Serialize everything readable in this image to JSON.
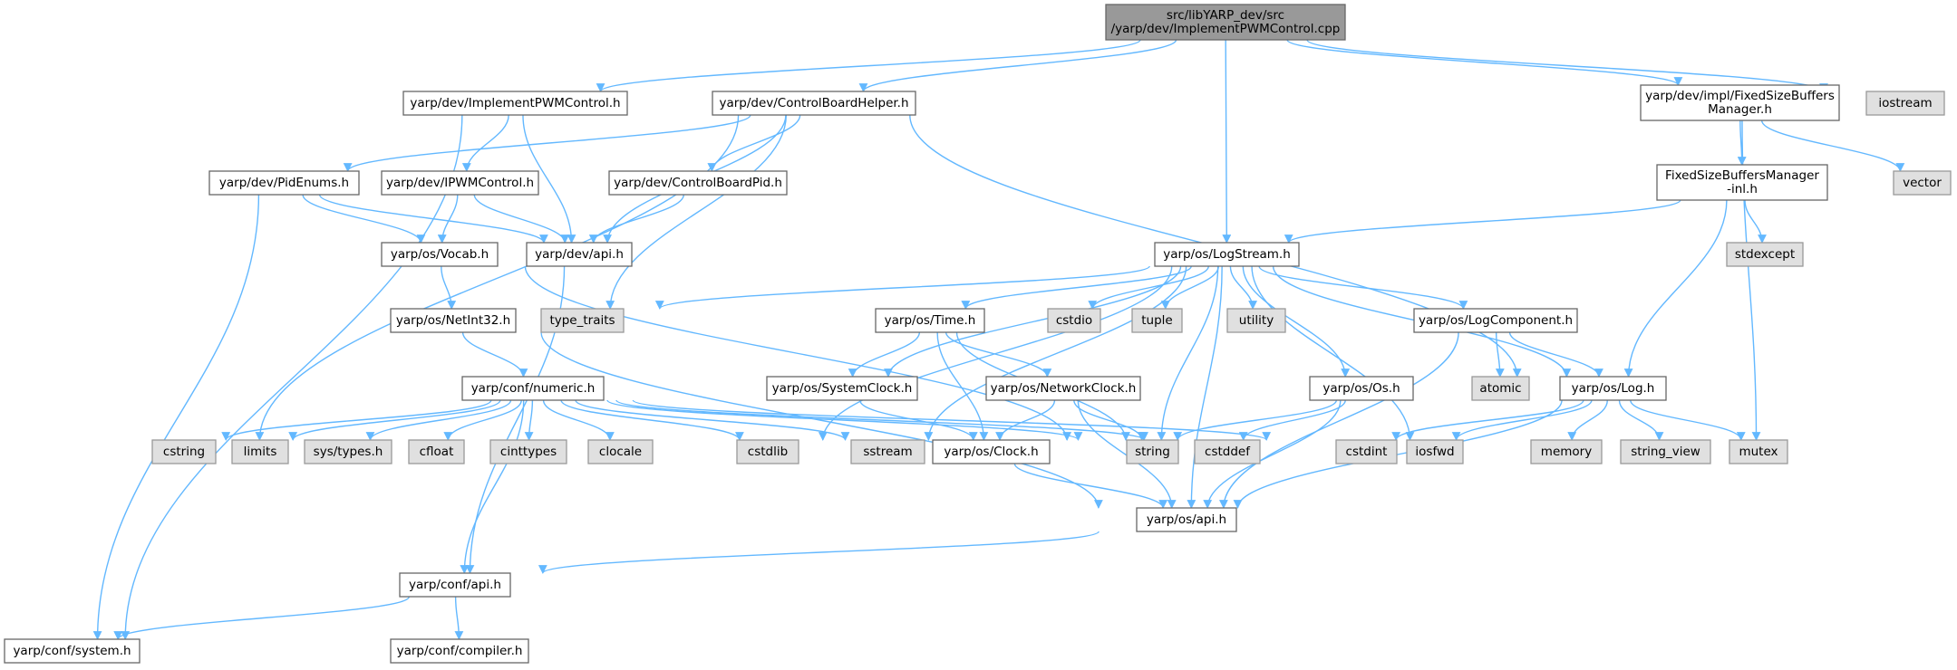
{
  "colors": {
    "edge": "#63b8ff",
    "root_fill": "#999999",
    "root_stroke": "#666666",
    "header_fill": "#ffffff",
    "header_stroke": "#666666",
    "system_fill": "#e0e0e0",
    "system_stroke": "#999999",
    "text": "#000000"
  },
  "nodes": [
    {
      "id": "root",
      "lines": [
        "src/libYARP_dev/src",
        "/yarp/dev/ImplementPWMControl.cpp"
      ],
      "kind": "root"
    },
    {
      "id": "implpwm_h",
      "lines": [
        "yarp/dev/ImplementPWMControl.h"
      ],
      "kind": "header"
    },
    {
      "id": "cbhelper",
      "lines": [
        "yarp/dev/ControlBoardHelper.h"
      ],
      "kind": "header"
    },
    {
      "id": "fsbm",
      "lines": [
        "yarp/dev/impl/FixedSizeBuffers",
        "Manager.h"
      ],
      "kind": "header"
    },
    {
      "id": "iostream",
      "lines": [
        "iostream"
      ],
      "kind": "system"
    },
    {
      "id": "pidenums",
      "lines": [
        "yarp/dev/PidEnums.h"
      ],
      "kind": "header"
    },
    {
      "id": "ipwm",
      "lines": [
        "yarp/dev/IPWMControl.h"
      ],
      "kind": "header"
    },
    {
      "id": "cbpid",
      "lines": [
        "yarp/dev/ControlBoardPid.h"
      ],
      "kind": "header"
    },
    {
      "id": "fsbm_inl",
      "lines": [
        "FixedSizeBuffersManager",
        "-inl.h"
      ],
      "kind": "header"
    },
    {
      "id": "vector",
      "lines": [
        "vector"
      ],
      "kind": "system"
    },
    {
      "id": "vocab",
      "lines": [
        "yarp/os/Vocab.h"
      ],
      "kind": "header"
    },
    {
      "id": "devapi",
      "lines": [
        "yarp/dev/api.h"
      ],
      "kind": "header"
    },
    {
      "id": "logstream",
      "lines": [
        "yarp/os/LogStream.h"
      ],
      "kind": "header"
    },
    {
      "id": "stdexcept",
      "lines": [
        "stdexcept"
      ],
      "kind": "system"
    },
    {
      "id": "netint32",
      "lines": [
        "yarp/os/NetInt32.h"
      ],
      "kind": "header"
    },
    {
      "id": "type_traits",
      "lines": [
        "type_traits"
      ],
      "kind": "system"
    },
    {
      "id": "time",
      "lines": [
        "yarp/os/Time.h"
      ],
      "kind": "header"
    },
    {
      "id": "cstdio",
      "lines": [
        "cstdio"
      ],
      "kind": "system"
    },
    {
      "id": "tuple",
      "lines": [
        "tuple"
      ],
      "kind": "system"
    },
    {
      "id": "utility",
      "lines": [
        "utility"
      ],
      "kind": "system"
    },
    {
      "id": "logcomp",
      "lines": [
        "yarp/os/LogComponent.h"
      ],
      "kind": "header"
    },
    {
      "id": "numeric",
      "lines": [
        "yarp/conf/numeric.h"
      ],
      "kind": "header"
    },
    {
      "id": "sysclock",
      "lines": [
        "yarp/os/SystemClock.h"
      ],
      "kind": "header"
    },
    {
      "id": "netclock",
      "lines": [
        "yarp/os/NetworkClock.h"
      ],
      "kind": "header"
    },
    {
      "id": "os_h",
      "lines": [
        "yarp/os/Os.h"
      ],
      "kind": "header"
    },
    {
      "id": "atomic",
      "lines": [
        "atomic"
      ],
      "kind": "system"
    },
    {
      "id": "log",
      "lines": [
        "yarp/os/Log.h"
      ],
      "kind": "header"
    },
    {
      "id": "cstring",
      "lines": [
        "cstring"
      ],
      "kind": "system"
    },
    {
      "id": "limits",
      "lines": [
        "limits"
      ],
      "kind": "system"
    },
    {
      "id": "systypes",
      "lines": [
        "sys/types.h"
      ],
      "kind": "system"
    },
    {
      "id": "cfloat",
      "lines": [
        "cfloat"
      ],
      "kind": "system"
    },
    {
      "id": "cinttypes",
      "lines": [
        "cinttypes"
      ],
      "kind": "system"
    },
    {
      "id": "clocale",
      "lines": [
        "clocale"
      ],
      "kind": "system"
    },
    {
      "id": "cstdlib",
      "lines": [
        "cstdlib"
      ],
      "kind": "system"
    },
    {
      "id": "sstream",
      "lines": [
        "sstream"
      ],
      "kind": "system"
    },
    {
      "id": "clock",
      "lines": [
        "yarp/os/Clock.h"
      ],
      "kind": "header"
    },
    {
      "id": "string",
      "lines": [
        "string"
      ],
      "kind": "system"
    },
    {
      "id": "cstddef",
      "lines": [
        "cstddef"
      ],
      "kind": "system"
    },
    {
      "id": "cstdint",
      "lines": [
        "cstdint"
      ],
      "kind": "system"
    },
    {
      "id": "iosfwd",
      "lines": [
        "iosfwd"
      ],
      "kind": "system"
    },
    {
      "id": "memory",
      "lines": [
        "memory"
      ],
      "kind": "system"
    },
    {
      "id": "string_view",
      "lines": [
        "string_view"
      ],
      "kind": "system"
    },
    {
      "id": "mutex",
      "lines": [
        "mutex"
      ],
      "kind": "system"
    },
    {
      "id": "osapi",
      "lines": [
        "yarp/os/api.h"
      ],
      "kind": "header"
    },
    {
      "id": "confapi",
      "lines": [
        "yarp/conf/api.h"
      ],
      "kind": "header"
    },
    {
      "id": "confsystem",
      "lines": [
        "yarp/conf/system.h"
      ],
      "kind": "header"
    },
    {
      "id": "compiler",
      "lines": [
        "yarp/conf/compiler.h"
      ],
      "kind": "header"
    }
  ],
  "edges": [
    [
      "root",
      "implpwm_h"
    ],
    [
      "root",
      "cbhelper"
    ],
    [
      "root",
      "logstream"
    ],
    [
      "root",
      "fsbm"
    ],
    [
      "root",
      "iostream"
    ],
    [
      "implpwm_h",
      "ipwm"
    ],
    [
      "implpwm_h",
      "devapi"
    ],
    [
      "implpwm_h",
      "confsystem"
    ],
    [
      "cbhelper",
      "pidenums"
    ],
    [
      "cbhelper",
      "cbpid"
    ],
    [
      "cbhelper",
      "devapi"
    ],
    [
      "cbhelper",
      "log"
    ],
    [
      "cbhelper",
      "cstring"
    ],
    [
      "cbhelper",
      "type_traits"
    ],
    [
      "fsbm",
      "fsbm_inl"
    ],
    [
      "fsbm",
      "vector"
    ],
    [
      "fsbm",
      "mutex"
    ],
    [
      "fsbm_inl",
      "logstream"
    ],
    [
      "fsbm_inl",
      "log"
    ],
    [
      "fsbm_inl",
      "stdexcept"
    ],
    [
      "pidenums",
      "vocab"
    ],
    [
      "pidenums",
      "devapi"
    ],
    [
      "pidenums",
      "confsystem"
    ],
    [
      "ipwm",
      "vocab"
    ],
    [
      "ipwm",
      "devapi"
    ],
    [
      "cbpid",
      "devapi"
    ],
    [
      "vocab",
      "netint32"
    ],
    [
      "vocab",
      "string"
    ],
    [
      "devapi",
      "confapi"
    ],
    [
      "netint32",
      "numeric"
    ],
    [
      "netint32",
      "osapi"
    ],
    [
      "logstream",
      "type_traits"
    ],
    [
      "logstream",
      "time"
    ],
    [
      "logstream",
      "cstdio"
    ],
    [
      "logstream",
      "tuple"
    ],
    [
      "logstream",
      "utility"
    ],
    [
      "logstream",
      "logcomp"
    ],
    [
      "logstream",
      "log"
    ],
    [
      "logstream",
      "sysclock"
    ],
    [
      "logstream",
      "os_h"
    ],
    [
      "logstream",
      "cstdlib"
    ],
    [
      "logstream",
      "sstream"
    ],
    [
      "logstream",
      "string"
    ],
    [
      "logstream",
      "iosfwd"
    ],
    [
      "logstream",
      "osapi"
    ],
    [
      "time",
      "sysclock"
    ],
    [
      "time",
      "netclock"
    ],
    [
      "time",
      "clock"
    ],
    [
      "time",
      "string"
    ],
    [
      "logcomp",
      "atomic"
    ],
    [
      "logcomp",
      "log"
    ],
    [
      "logcomp",
      "osapi"
    ],
    [
      "numeric",
      "cstring"
    ],
    [
      "numeric",
      "limits"
    ],
    [
      "numeric",
      "systypes"
    ],
    [
      "numeric",
      "cfloat"
    ],
    [
      "numeric",
      "cinttypes"
    ],
    [
      "numeric",
      "clocale"
    ],
    [
      "numeric",
      "cstdlib"
    ],
    [
      "numeric",
      "sstream"
    ],
    [
      "numeric",
      "string"
    ],
    [
      "numeric",
      "cstddef"
    ],
    [
      "numeric",
      "cstdint"
    ],
    [
      "numeric",
      "confapi"
    ],
    [
      "sysclock",
      "clock"
    ],
    [
      "netclock",
      "clock"
    ],
    [
      "netclock",
      "string"
    ],
    [
      "netclock",
      "osapi"
    ],
    [
      "os_h",
      "string"
    ],
    [
      "os_h",
      "cstddef"
    ],
    [
      "os_h",
      "osapi"
    ],
    [
      "log",
      "cstdint"
    ],
    [
      "log",
      "iosfwd"
    ],
    [
      "log",
      "memory"
    ],
    [
      "log",
      "string_view"
    ],
    [
      "log",
      "mutex"
    ],
    [
      "log",
      "osapi"
    ],
    [
      "clock",
      "osapi"
    ],
    [
      "osapi",
      "confapi"
    ],
    [
      "confapi",
      "confsystem"
    ],
    [
      "confapi",
      "compiler"
    ]
  ]
}
